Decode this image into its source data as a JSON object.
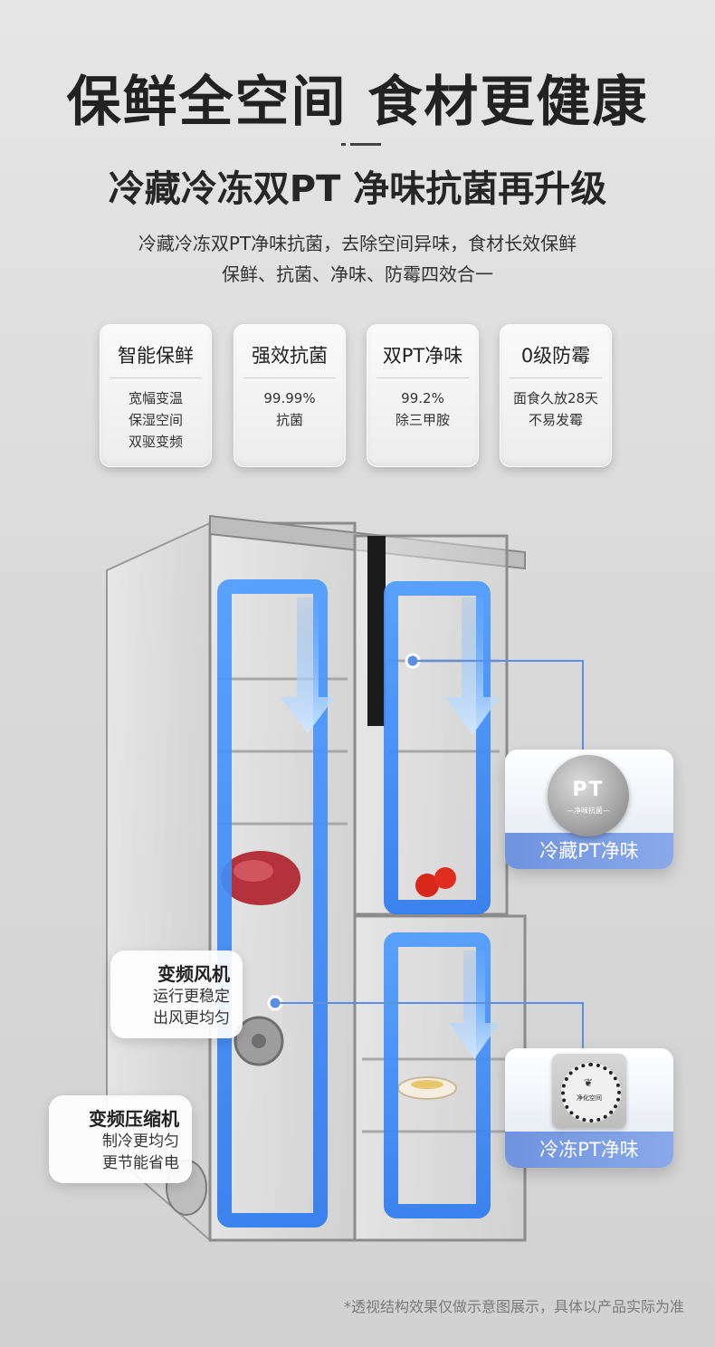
{
  "header": {
    "title": "保鲜全空间 食材更健康",
    "subtitle": "冷藏冷冻双PT 净味抗菌再升级",
    "description_line1": "冷藏冷冻双PT净味抗菌，去除空间异味，食材长效保鲜",
    "description_line2": "保鲜、抗菌、净味、防霉四效合一"
  },
  "features": [
    {
      "title": "智能保鲜",
      "body": "宽幅变温\n保湿空间\n双驱变频"
    },
    {
      "title": "强效抗菌",
      "body": "99.99%\n抗菌"
    },
    {
      "title": "双PT净味",
      "body": "99.2%\n除三甲胺"
    },
    {
      "title": "0级防霉",
      "body": "面食久放28天\n不易发霉"
    }
  ],
  "modules": {
    "fridge_pt": {
      "label": "冷藏PT净味",
      "disc_text": "PT",
      "disc_caption": "—净味抗菌—"
    },
    "freezer_pt": {
      "label": "冷冻PT净味",
      "disc_caption": "净化空间"
    }
  },
  "callouts": {
    "fan": {
      "title": "变频风机",
      "line1": "运行更稳定",
      "line2": "出风更均匀"
    },
    "compressor": {
      "title": "变频压缩机",
      "line1": "制冷更均匀",
      "line2": "更节能省电"
    }
  },
  "footnote": "*透视结构效果仅做示意图展示，具体以产品实际为准",
  "colors": {
    "airflow": "#3d8bff",
    "label_bg": "#7a9be3",
    "accent_line": "#5b8fe6"
  }
}
